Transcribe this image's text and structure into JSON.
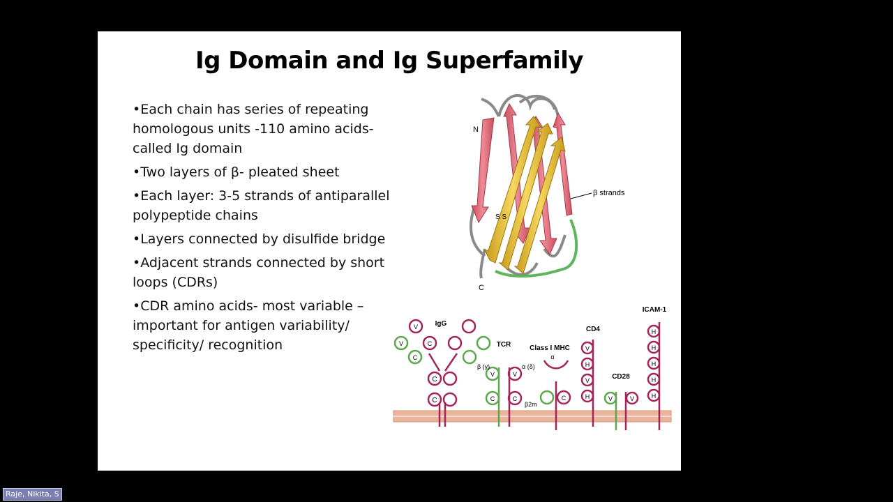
{
  "slide": {
    "title": "Ig Domain and Ig Superfamily",
    "bullets": [
      "•Each chain has series of repeating homologous units -110 amino acids- called Ig domain",
      "•Two layers of β- pleated sheet",
      "•Each layer: 3-5 strands of antiparallel polypeptide chains",
      "•Layers connected by disulfide bridge",
      "•Adjacent strands connected by short loops (CDRs)",
      "•CDR amino acids- most variable –important for antigen variability/ specificity/ recognition"
    ]
  },
  "figure_top": {
    "n_label": "N",
    "c_label": "C",
    "beta_label": "β strands",
    "ss_label": "S S"
  },
  "figure_bottom": {
    "labels": {
      "igg": "IgG",
      "tcr": "TCR",
      "mhc": "Class I MHC",
      "cd4": "CD4",
      "cd28": "CD28",
      "icam": "ICAM-1",
      "beta_gamma": "β (γ)",
      "alpha_delta": "α (δ)",
      "alpha": "α",
      "beta2m": "β2m"
    },
    "domain_letters": {
      "v": "V",
      "c": "C",
      "h": "H"
    }
  },
  "participant": {
    "name": "Raje, Nikita, S"
  },
  "colors": {
    "slide_bg": "#ffffff",
    "outer_bg": "#000000",
    "strand_red": "#e06a78",
    "strand_yellow": "#e8c03a",
    "loop_gray": "#8a8a8a",
    "loop_green": "#5db55d",
    "membrane": "#e9b59c",
    "molecule_maroon": "#a4245a",
    "molecule_green": "#5aa84a"
  }
}
